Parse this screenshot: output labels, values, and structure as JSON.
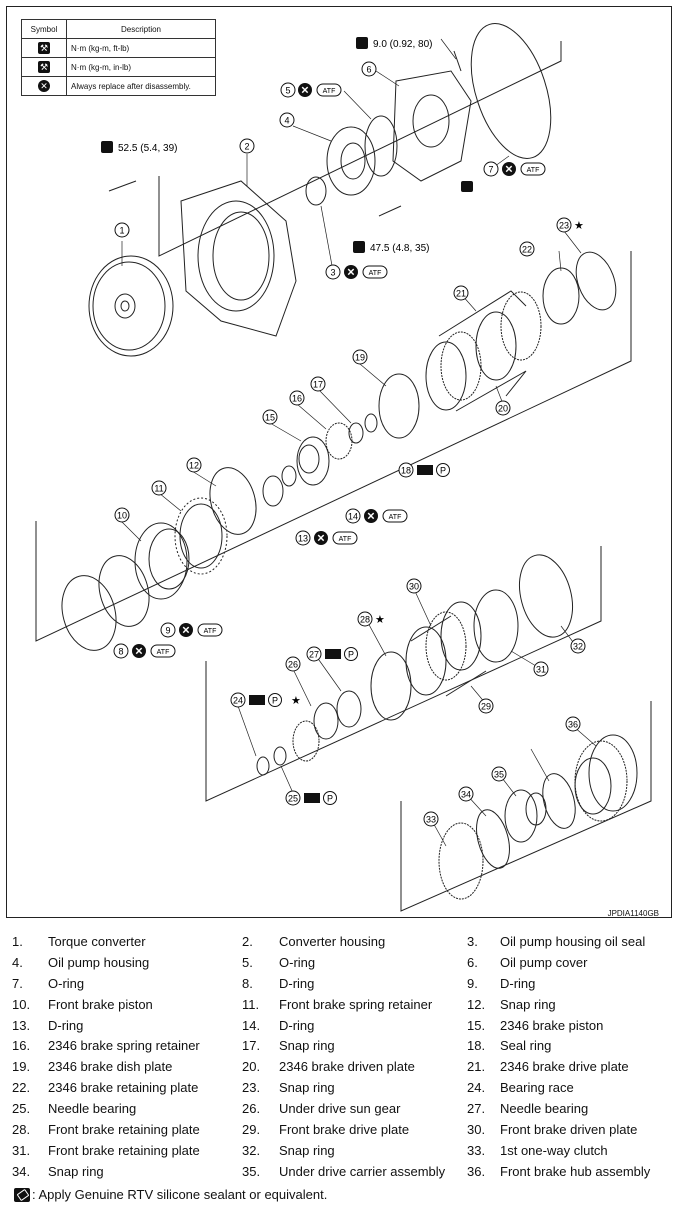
{
  "legend": {
    "header_symbol": "Symbol",
    "header_description": "Description",
    "rows": [
      {
        "icon": "torque-wrench-icon",
        "text": "N·m (kg-m, ft-lb)"
      },
      {
        "icon": "torque-wrench-icon",
        "text": "N·m (kg-m, in-lb)"
      },
      {
        "icon": "replace-icon",
        "text": "Always replace after disassembly."
      }
    ]
  },
  "torques": {
    "t1": "9.0 (0.92, 80)",
    "t2": "52.5 (5.4, 39)",
    "t3": "47.5 (4.8, 35)"
  },
  "badges": {
    "atf": "ATF",
    "petro": "P",
    "star": "★"
  },
  "callouts": [
    "1",
    "2",
    "3",
    "4",
    "5",
    "6",
    "7",
    "8",
    "9",
    "10",
    "11",
    "12",
    "13",
    "14",
    "15",
    "16",
    "17",
    "18",
    "19",
    "20",
    "21",
    "22",
    "23",
    "24",
    "25",
    "26",
    "27",
    "28",
    "29",
    "30",
    "31",
    "32",
    "33",
    "34",
    "35",
    "36"
  ],
  "image_code": "JPDIA1140GB",
  "parts": [
    {
      "num": "1.",
      "name": "Torque converter"
    },
    {
      "num": "2.",
      "name": "Converter housing"
    },
    {
      "num": "3.",
      "name": "Oil pump housing oil seal"
    },
    {
      "num": "4.",
      "name": "Oil pump housing"
    },
    {
      "num": "5.",
      "name": "O-ring"
    },
    {
      "num": "6.",
      "name": "Oil pump cover"
    },
    {
      "num": "7.",
      "name": "O-ring"
    },
    {
      "num": "8.",
      "name": "D-ring"
    },
    {
      "num": "9.",
      "name": "D-ring"
    },
    {
      "num": "10.",
      "name": "Front brake piston"
    },
    {
      "num": "11.",
      "name": "Front brake spring retainer"
    },
    {
      "num": "12.",
      "name": "Snap ring"
    },
    {
      "num": "13.",
      "name": "D-ring"
    },
    {
      "num": "14.",
      "name": "D-ring"
    },
    {
      "num": "15.",
      "name": "2346 brake piston"
    },
    {
      "num": "16.",
      "name": "2346 brake spring retainer"
    },
    {
      "num": "17.",
      "name": "Snap ring"
    },
    {
      "num": "18.",
      "name": "Seal ring"
    },
    {
      "num": "19.",
      "name": "2346 brake dish plate"
    },
    {
      "num": "20.",
      "name": "2346 brake driven plate"
    },
    {
      "num": "21.",
      "name": "2346 brake drive plate"
    },
    {
      "num": "22.",
      "name": "2346 brake retaining plate"
    },
    {
      "num": "23.",
      "name": "Snap ring"
    },
    {
      "num": "24.",
      "name": "Bearing race"
    },
    {
      "num": "25.",
      "name": "Needle bearing"
    },
    {
      "num": "26.",
      "name": "Under drive sun gear"
    },
    {
      "num": "27.",
      "name": "Needle bearing"
    },
    {
      "num": "28.",
      "name": "Front brake retaining plate"
    },
    {
      "num": "29.",
      "name": "Front brake drive plate"
    },
    {
      "num": "30.",
      "name": "Front brake driven plate"
    },
    {
      "num": "31.",
      "name": "Front brake retaining plate"
    },
    {
      "num": "32.",
      "name": "Snap ring"
    },
    {
      "num": "33.",
      "name": "1st one-way clutch"
    },
    {
      "num": "34.",
      "name": "Snap ring"
    },
    {
      "num": "35.",
      "name": "Under drive carrier assembly"
    },
    {
      "num": "36.",
      "name": "Front brake hub assembly"
    }
  ],
  "footnote": ": Apply Genuine RTV silicone sealant or equivalent."
}
